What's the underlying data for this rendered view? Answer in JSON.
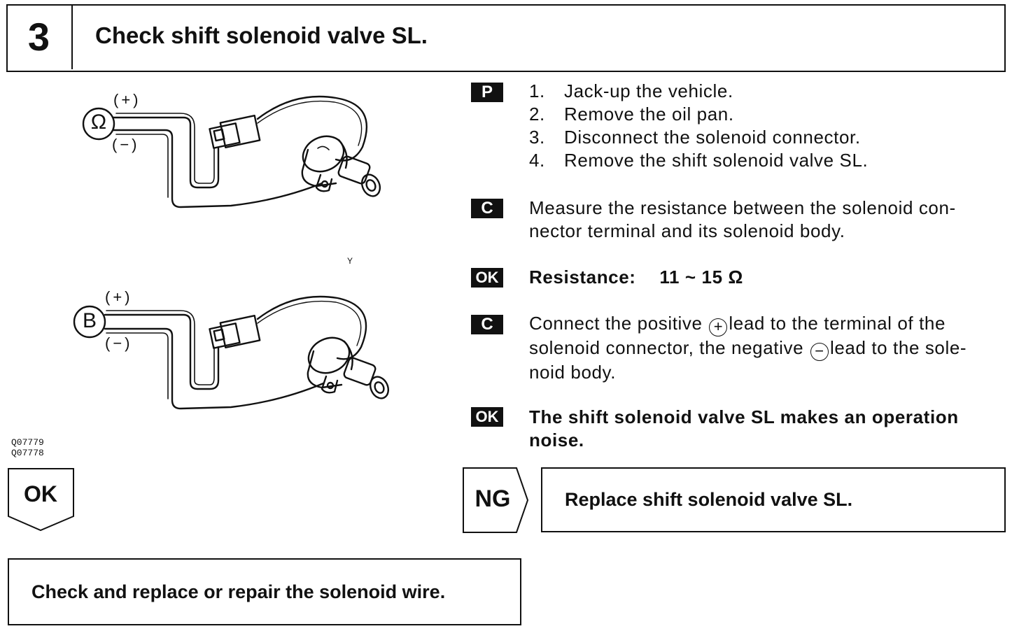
{
  "header": {
    "step_number": "3",
    "title": "Check shift solenoid valve SL."
  },
  "diagrams": {
    "ohmmeter": {
      "meter_symbol": "Ω",
      "plus_label": "(+)",
      "minus_label": "(−)"
    },
    "battery": {
      "meter_symbol": "B",
      "plus_label": "(+)",
      "minus_label": "(−)"
    },
    "stray_mark": "Y",
    "figure_ids": [
      "Q07779",
      "Q07778"
    ]
  },
  "procedure": {
    "prep": {
      "tag": "P",
      "steps": [
        {
          "num": "1.",
          "text": "Jack-up the vehicle."
        },
        {
          "num": "2.",
          "text": "Remove the oil pan."
        },
        {
          "num": "3.",
          "text": "Disconnect the solenoid connector."
        },
        {
          "num": "4.",
          "text": "Remove the shift solenoid valve SL."
        }
      ]
    },
    "check1": {
      "tag": "C",
      "line1": "Measure the resistance between the solenoid con-",
      "line2": "nector terminal and its solenoid body."
    },
    "ok1": {
      "tag": "OK",
      "label": "Resistance:",
      "value": "11 ~ 15 Ω"
    },
    "check2": {
      "tag": "C",
      "line1_a": "Connect the positive",
      "plus_sign": "+",
      "line1_b": "lead to the terminal of the",
      "line2_a": "solenoid connector, the negative",
      "minus_sign": "−",
      "line2_b": "lead to the sole-",
      "line3": "noid body."
    },
    "ok2": {
      "tag": "OK",
      "line1": "The shift solenoid valve SL makes an operation",
      "line2": "noise."
    }
  },
  "results": {
    "ok_label": "OK",
    "ok_action": "Check and replace or repair the solenoid wire.",
    "ng_label": "NG",
    "ng_action": "Replace shift solenoid valve SL."
  },
  "colors": {
    "ink": "#111111",
    "paper": "#ffffff"
  }
}
